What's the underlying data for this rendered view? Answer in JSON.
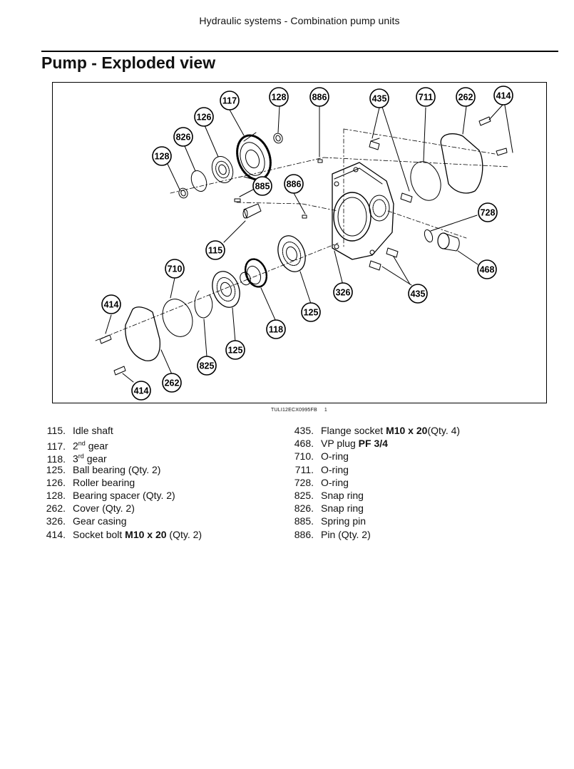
{
  "header": {
    "running_head": "Hydraulic systems - Combination pump units"
  },
  "page": {
    "title": "Pump - Exploded view"
  },
  "figure": {
    "code": "TULI12ECX0995FB",
    "number": "1",
    "callouts": {
      "c117": "117",
      "c128a": "128",
      "c886a": "886",
      "c435a": "435",
      "c711": "711",
      "c262a": "262",
      "c414a": "414",
      "c126": "126",
      "c826": "826",
      "c128b": "128",
      "c885": "885",
      "c886b": "886",
      "c728": "728",
      "c115": "115",
      "c468": "468",
      "c710": "710",
      "c326": "326",
      "c435b": "435",
      "c414b": "414",
      "c125a": "125",
      "c118": "118",
      "c125b": "125",
      "c825": "825",
      "c262b": "262",
      "c414c": "414"
    }
  },
  "legend_left": [
    {
      "num": "115.",
      "text": "Idle shaft"
    },
    {
      "num": "117.",
      "pre": "2",
      "sup": "nd",
      "text": " gear"
    },
    {
      "num": "118.",
      "pre": "3",
      "sup": "rd",
      "text": " gear"
    },
    {
      "num": "125.",
      "text": "Ball bearing (Qty. 2)"
    },
    {
      "num": "126.",
      "text": "Roller bearing"
    },
    {
      "num": "128.",
      "text": "Bearing spacer (Qty. 2)"
    },
    {
      "num": "262.",
      "text": "Cover (Qty. 2)"
    },
    {
      "num": "326.",
      "text": "Gear casing"
    },
    {
      "num": "414.",
      "text": "Socket bolt ",
      "bold": "M10 x 20",
      "post": " (Qty. 2)"
    }
  ],
  "legend_right": [
    {
      "num": "435.",
      "text": "Flange socket ",
      "bold": "M10 x 20",
      "post": "(Qty. 4)"
    },
    {
      "num": "468.",
      "text": "VP plug ",
      "bold": "PF 3/4"
    },
    {
      "num": "710.",
      "text": "O-ring"
    },
    {
      "num": "711.",
      "text": "O-ring"
    },
    {
      "num": "728.",
      "text": "O-ring"
    },
    {
      "num": "825.",
      "text": "Snap ring"
    },
    {
      "num": "826.",
      "text": "Snap ring"
    },
    {
      "num": "885.",
      "text": "Spring pin"
    },
    {
      "num": "886.",
      "text": "Pin (Qty. 2)"
    }
  ]
}
